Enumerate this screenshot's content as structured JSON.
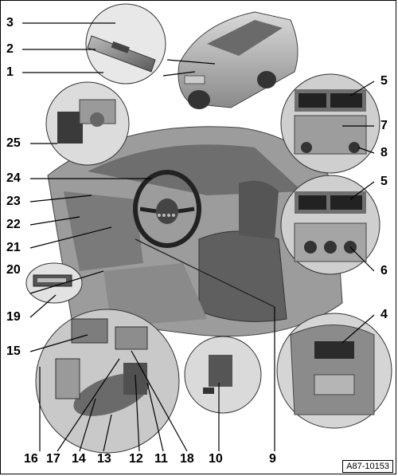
{
  "figure_id": "A87-10153",
  "callouts": [
    {
      "id": "c3",
      "text": "3"
    },
    {
      "id": "c2",
      "text": "2"
    },
    {
      "id": "c1",
      "text": "1"
    },
    {
      "id": "c25",
      "text": "25"
    },
    {
      "id": "c24",
      "text": "24"
    },
    {
      "id": "c23",
      "text": "23"
    },
    {
      "id": "c22",
      "text": "22"
    },
    {
      "id": "c21",
      "text": "21"
    },
    {
      "id": "c20",
      "text": "20"
    },
    {
      "id": "c19",
      "text": "19"
    },
    {
      "id": "c15",
      "text": "15"
    },
    {
      "id": "c16",
      "text": "16"
    },
    {
      "id": "c17",
      "text": "17"
    },
    {
      "id": "c14",
      "text": "14"
    },
    {
      "id": "c13",
      "text": "13"
    },
    {
      "id": "c12",
      "text": "12"
    },
    {
      "id": "c11",
      "text": "11"
    },
    {
      "id": "c18",
      "text": "18"
    },
    {
      "id": "c10",
      "text": "10"
    },
    {
      "id": "c9",
      "text": "9"
    },
    {
      "id": "c5a",
      "text": "5"
    },
    {
      "id": "c7",
      "text": "7"
    },
    {
      "id": "c8",
      "text": "8"
    },
    {
      "id": "c5b",
      "text": "5"
    },
    {
      "id": "c6",
      "text": "6"
    },
    {
      "id": "c4",
      "text": "4"
    }
  ]
}
